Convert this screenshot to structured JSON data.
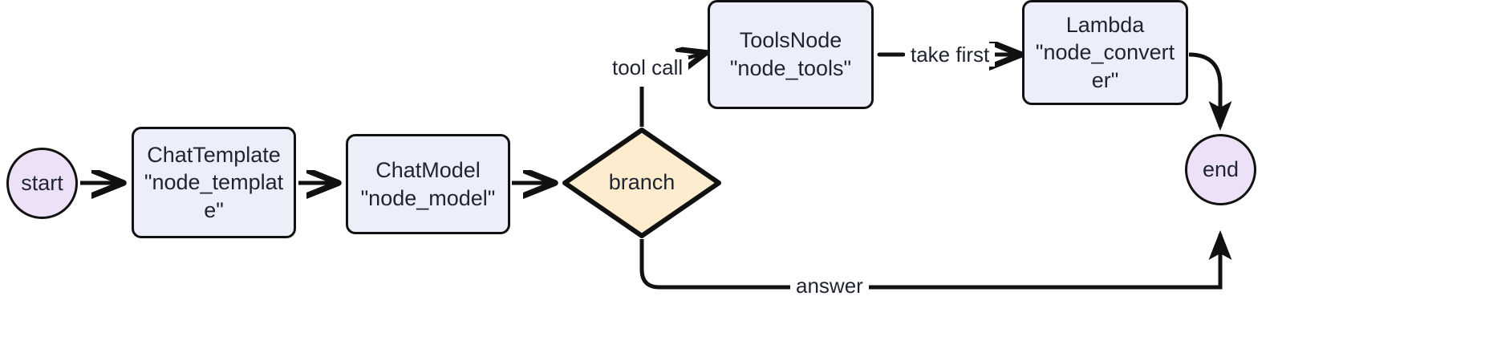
{
  "diagram": {
    "title": "",
    "type": "flowchart",
    "direction": "left-to-right",
    "background": "#ffffff",
    "colors": {
      "terminal_fill": "#ece1f7",
      "process_fill": "#eceffa",
      "decision_fill": "#fdeccd",
      "stroke": "#111111",
      "text": "#1f2430"
    }
  },
  "nodes": [
    {
      "id": "start",
      "shape": "circle",
      "label": "start",
      "fill": "#ece1f7"
    },
    {
      "id": "node_template",
      "shape": "rounded-rect",
      "label": "ChatTemplate\n\"node_templat\ne\"",
      "class_name": "ChatTemplate",
      "node_name": "node_template",
      "fill": "#eceffa"
    },
    {
      "id": "node_model",
      "shape": "rounded-rect",
      "label": "ChatModel\n\"node_model\"",
      "class_name": "ChatModel",
      "node_name": "node_model",
      "fill": "#eceffa"
    },
    {
      "id": "branch",
      "shape": "diamond",
      "label": "branch",
      "fill": "#fdeccd"
    },
    {
      "id": "node_tools",
      "shape": "rounded-rect",
      "label": "ToolsNode\n\"node_tools\"",
      "class_name": "ToolsNode",
      "node_name": "node_tools",
      "fill": "#eceffa"
    },
    {
      "id": "node_converter",
      "shape": "rounded-rect",
      "label": "Lambda\n\"node_convert\ner\"",
      "class_name": "Lambda",
      "node_name": "node_converter",
      "fill": "#eceffa"
    },
    {
      "id": "end",
      "shape": "circle",
      "label": "end",
      "fill": "#ece1f7"
    }
  ],
  "edges": [
    {
      "id": "e1",
      "from": "start",
      "to": "node_template",
      "label": ""
    },
    {
      "id": "e2",
      "from": "node_template",
      "to": "node_model",
      "label": ""
    },
    {
      "id": "e3",
      "from": "node_model",
      "to": "branch",
      "label": ""
    },
    {
      "id": "e4",
      "from": "branch",
      "to": "node_tools",
      "label": "tool call"
    },
    {
      "id": "e5",
      "from": "node_tools",
      "to": "node_converter",
      "label": "take first"
    },
    {
      "id": "e6",
      "from": "node_converter",
      "to": "end",
      "label": ""
    },
    {
      "id": "e7",
      "from": "branch",
      "to": "end",
      "label": "answer"
    }
  ],
  "edge_labels": {
    "tool_call": "tool call",
    "take_first": "take first",
    "answer": "answer"
  }
}
